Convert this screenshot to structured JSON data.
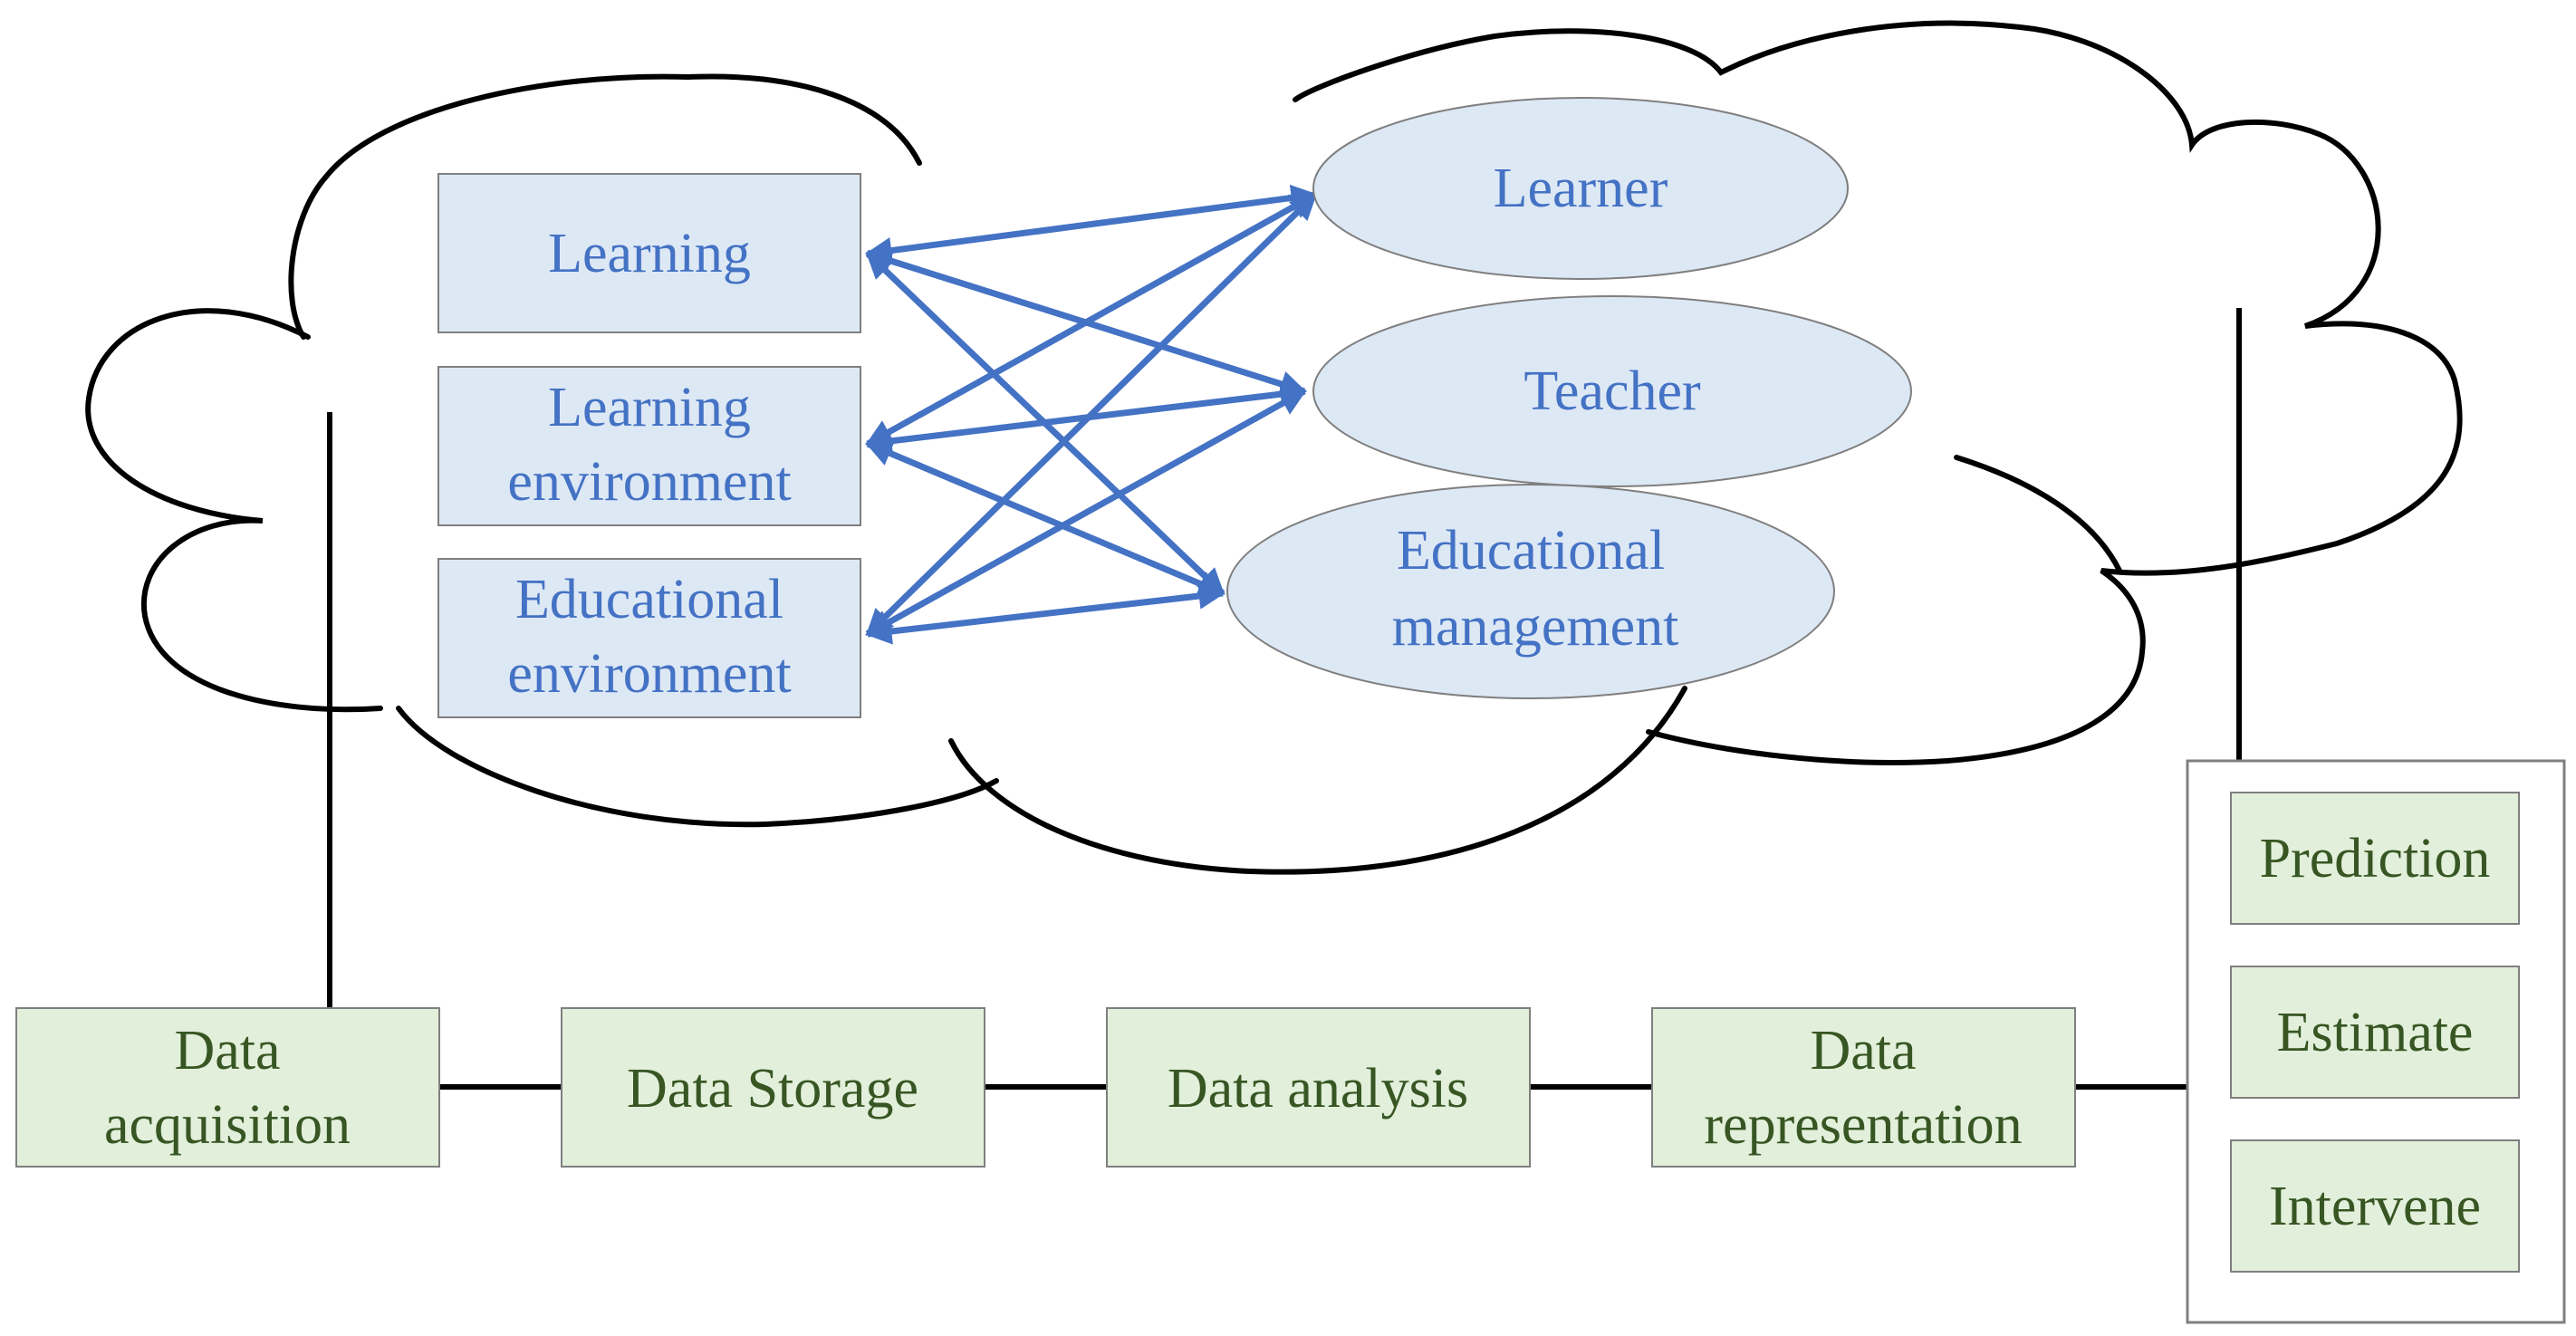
{
  "colors": {
    "blue_text": "#4472c4",
    "blue_fill": "#dde8f5",
    "green_text": "#375623",
    "green_fill": "#e2efda",
    "arrow": "#4472c4",
    "outline": "#7f7f7f",
    "line": "#000000"
  },
  "cloud": {
    "factors": [
      {
        "lines": [
          "Learning"
        ]
      },
      {
        "lines": [
          "Learning",
          "environment"
        ]
      },
      {
        "lines": [
          "Educational",
          "environment"
        ]
      }
    ],
    "actors": [
      {
        "lines": [
          "Learner"
        ]
      },
      {
        "lines": [
          "Teacher"
        ]
      },
      {
        "lines": [
          "Educational",
          "management"
        ]
      }
    ]
  },
  "pipeline": [
    {
      "lines": [
        "Data",
        "acquisition"
      ]
    },
    {
      "lines": [
        "Data Storage"
      ]
    },
    {
      "lines": [
        "Data analysis"
      ]
    },
    {
      "lines": [
        "Data",
        "representation"
      ]
    }
  ],
  "outcomes": [
    {
      "lines": [
        "Prediction"
      ]
    },
    {
      "lines": [
        "Estimate"
      ]
    },
    {
      "lines": [
        "Intervene"
      ]
    }
  ]
}
